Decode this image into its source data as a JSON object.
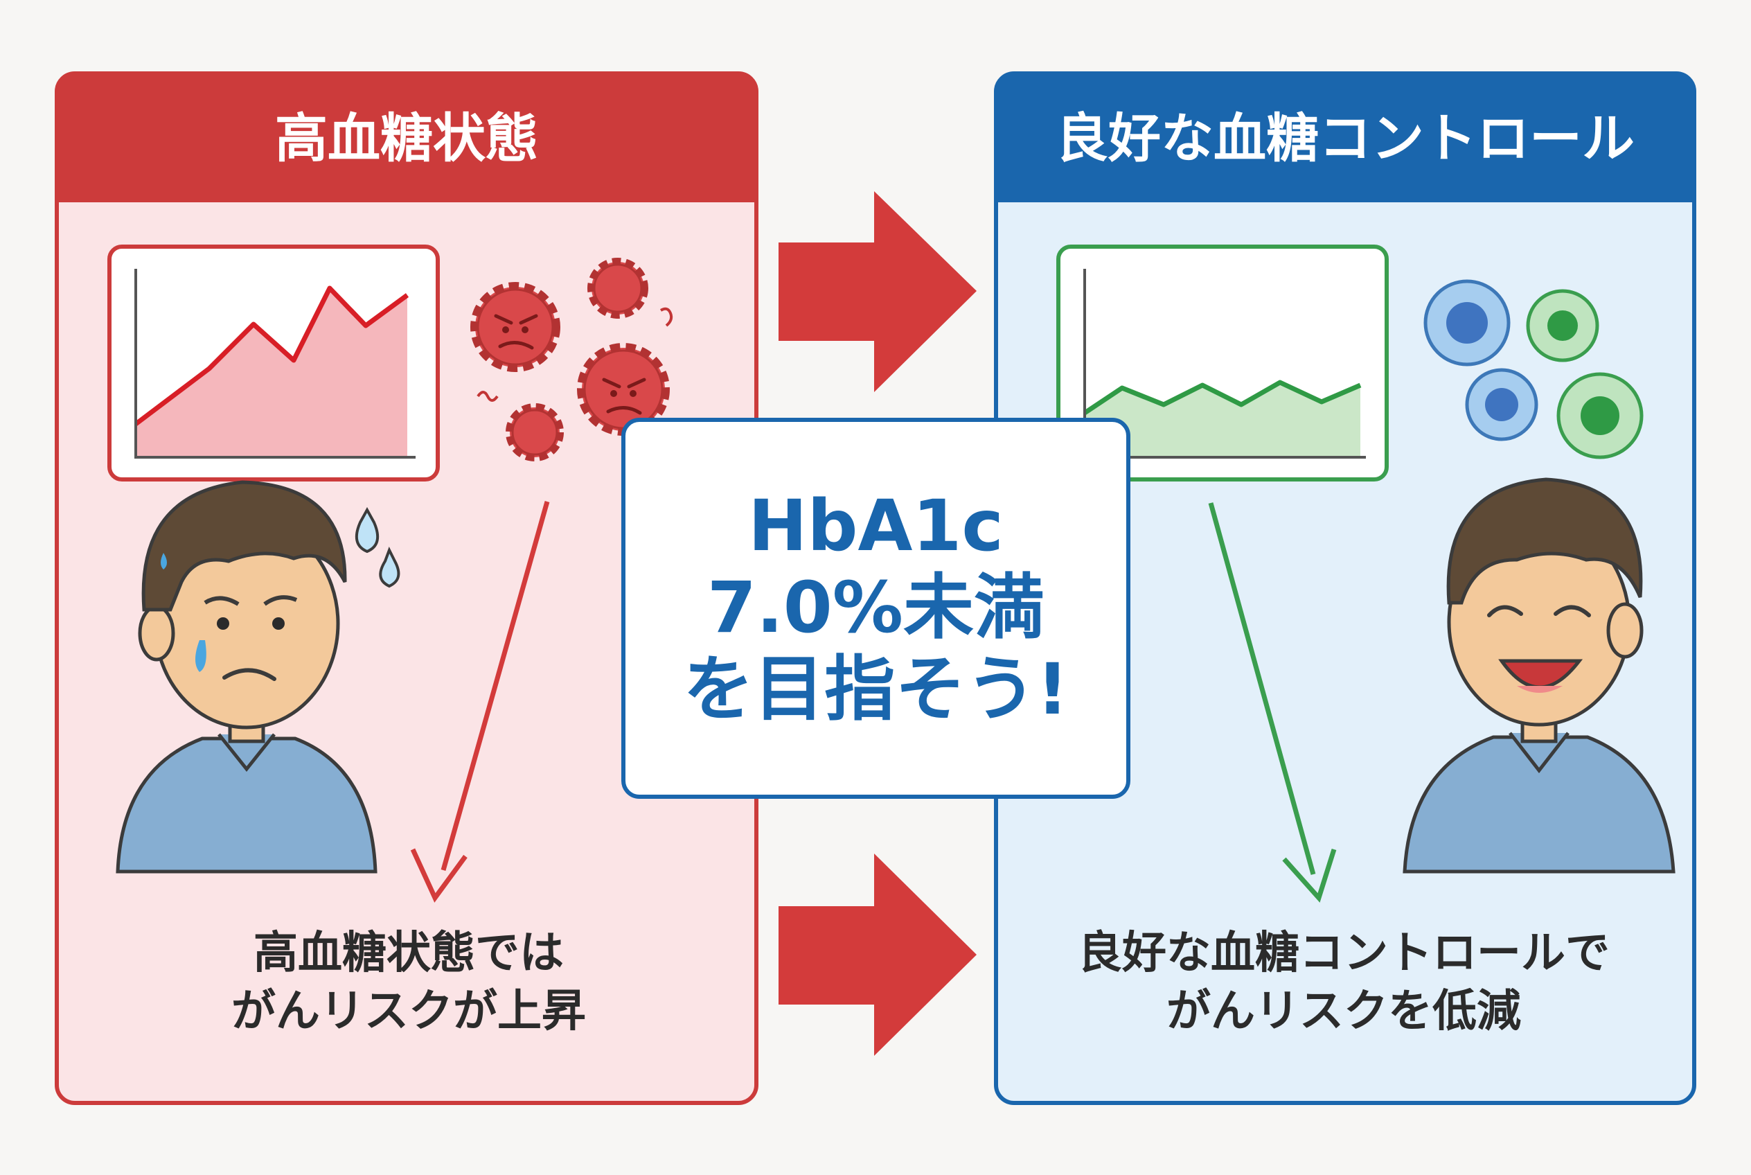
{
  "left_panel": {
    "title": "高血糖状態",
    "caption_line1": "高血糖状態では",
    "caption_line2": "がんリスクが上昇",
    "color": "#cc3b3b",
    "background": "#fbe4e6"
  },
  "right_panel": {
    "title": "良好な血糖コントロール",
    "caption_line1": "良好な血糖コントロールで",
    "caption_line2": "がんリスクを低減",
    "color": "#1a66ad",
    "background": "#e3f0fa"
  },
  "callout": {
    "line1": "HbA1c",
    "line2": "7.0%未満",
    "line3": "を目指そう!"
  },
  "icons": {
    "left_chart": "rising-glucose-chart-icon",
    "right_chart": "stable-glucose-chart-icon",
    "cancer_cells": "angry-cancer-cells-icon",
    "healthy_cells": "healthy-cells-icon",
    "worried_person": "worried-man-icon",
    "happy_person": "smiling-man-icon"
  }
}
